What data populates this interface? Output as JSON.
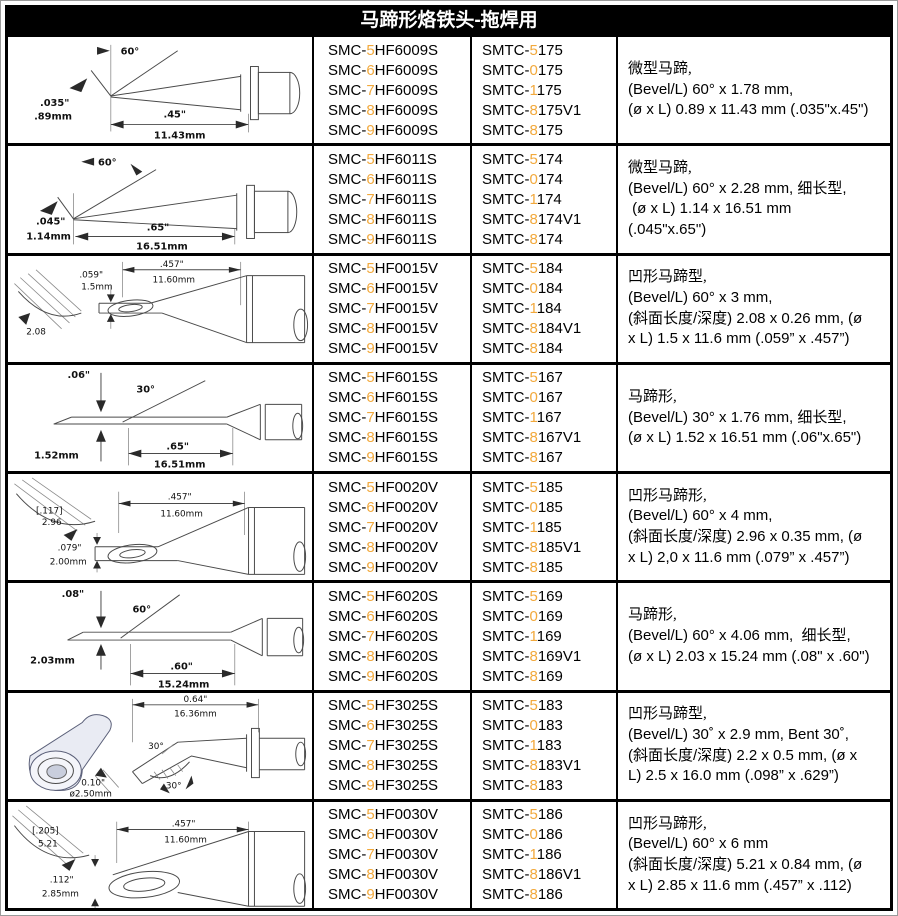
{
  "title": "马蹄形烙铁头-拖焊用",
  "accent_color": "#F2A93C",
  "rows": [
    {
      "smc": [
        "SMC-5HF6009S",
        "SMC-6HF6009S",
        "SMC-7HF6009S",
        "SMC-8HF6009S",
        "SMC-9HF6009S"
      ],
      "smtc": [
        "SMTC-5175",
        "SMTC-0175",
        "SMTC-1175",
        "SMTC-8175V1",
        "SMTC-8175"
      ],
      "desc": [
        "微型马蹄,",
        "(Bevel/L) 60° x 1.78 mm,",
        "(ø x L) 0.89 x 11.43 mm (.035\"x.45\")"
      ],
      "drawing": {
        "angle": "60°",
        "d1": ".035\"",
        "d2": ".89mm",
        "l1": ".45\"",
        "l2": "11.43mm"
      }
    },
    {
      "smc": [
        "SMC-5HF6011S",
        "SMC-6HF6011S",
        "SMC-7HF6011S",
        "SMC-8HF6011S",
        "SMC-9HF6011S"
      ],
      "smtc": [
        "SMTC-5174",
        "SMTC-0174",
        "SMTC-1174",
        "SMTC-8174V1",
        "SMTC-8174"
      ],
      "desc": [
        "微型马蹄,",
        "(Bevel/L) 60° x 2.28 mm, 细长型,",
        " (ø x L) 1.14 x 16.51 mm",
        "(.045\"x.65\")"
      ],
      "drawing": {
        "angle": "60°",
        "d1": ".045\"",
        "d2": "1.14mm",
        "l1": ".65\"",
        "l2": "16.51mm"
      }
    },
    {
      "smc": [
        "SMC-5HF0015V",
        "SMC-6HF0015V",
        "SMC-7HF0015V",
        "SMC-8HF0015V",
        "SMC-9HF0015V"
      ],
      "smtc": [
        "SMTC-5184",
        "SMTC-0184",
        "SMTC-1184",
        "SMTC-8184V1",
        "SMTC-8184"
      ],
      "desc": [
        "凹形马蹄型,",
        "(Bevel/L) 60° x 3 mm,",
        "(斜面长度/深度) 2.08 x 0.26 mm, (ø",
        "x L) 1.5 x 11.6 mm (.059” x .457”)"
      ],
      "drawing": {
        "t1": ".457\"",
        "t2": "11.60mm",
        "d1": ".059\"",
        "d2": "1.5mm",
        "b1": "2.08"
      }
    },
    {
      "smc": [
        "SMC-5HF6015S",
        "SMC-6HF6015S",
        "SMC-7HF6015S",
        "SMC-8HF6015S",
        "SMC-9HF6015S"
      ],
      "smtc": [
        "SMTC-5167",
        "SMTC-0167",
        "SMTC-1167",
        "SMTC-8167V1",
        "SMTC-8167"
      ],
      "desc": [
        "马蹄形,",
        "(Bevel/L) 30° x 1.76 mm, 细长型,",
        "(ø x L) 1.52 x 16.51 mm (.06\"x.65\")"
      ],
      "drawing": {
        "d1": ".06\"",
        "angle": "30°",
        "d2": "1.52mm",
        "l1": ".65\"",
        "l2": "16.51mm"
      }
    },
    {
      "smc": [
        "SMC-5HF0020V",
        "SMC-6HF0020V",
        "SMC-7HF0020V",
        "SMC-8HF0020V",
        "SMC-9HF0020V"
      ],
      "smtc": [
        "SMTC-5185",
        "SMTC-0185",
        "SMTC-1185",
        "SMTC-8185V1",
        "SMTC-8185"
      ],
      "desc": [
        "凹形马蹄形,",
        "(Bevel/L) 60° x 4 mm,",
        "(斜面长度/深度) 2.96 x 0.35 mm, (ø",
        "x L) 2,0 x 11.6 mm (.079” x .457”)"
      ],
      "drawing": {
        "b1": "[.117]",
        "b2": "2.96",
        "t1": ".457\"",
        "t2": "11.60mm",
        "d1": ".079\"",
        "d2": "2.00mm"
      }
    },
    {
      "smc": [
        "SMC-5HF6020S",
        "SMC-6HF6020S",
        "SMC-7HF6020S",
        "SMC-8HF6020S",
        "SMC-9HF6020S"
      ],
      "smtc": [
        "SMTC-5169",
        "SMTC-0169",
        "SMTC-1169",
        "SMTC-8169V1",
        "SMTC-8169"
      ],
      "desc": [
        "马蹄形,",
        "(Bevel/L) 60° x 4.06 mm,  细长型,",
        "(ø x L) 2.03 x 15.24 mm (.08\" x .60\")"
      ],
      "drawing": {
        "d1": ".08\"",
        "angle": "60°",
        "d2": "2.03mm",
        "l1": ".60\"",
        "l2": "15.24mm"
      }
    },
    {
      "smc": [
        "SMC-5HF3025S",
        "SMC-6HF3025S",
        "SMC-7HF3025S",
        "SMC-8HF3025S",
        "SMC-9HF3025S"
      ],
      "smtc": [
        "SMTC-5183",
        "SMTC-0183",
        "SMTC-1183",
        "SMTC-8183V1",
        "SMTC-8183"
      ],
      "desc": [
        "凹形马蹄型,",
        "(Bevel/L) 30˚ x 2.9 mm, Bent 30˚,",
        "(斜面长度/深度) 2.2 x 0.5 mm, (ø x",
        "L) 2.5 x 16.0 mm (.098” x .629”)"
      ],
      "drawing": {
        "t1": "0.64\"",
        "t2": "16.36mm",
        "a1": "30°",
        "a2": "30°",
        "d1": "0.10\"",
        "d2": "ø2.50mm"
      }
    },
    {
      "smc": [
        "SMC-5HF0030V",
        "SMC-6HF0030V",
        "SMC-7HF0030V",
        "SMC-8HF0030V",
        "SMC-9HF0030V"
      ],
      "smtc": [
        "SMTC-5186",
        "SMTC-0186",
        "SMTC-1186",
        "SMTC-8186V1",
        "SMTC-8186"
      ],
      "desc": [
        "凹形马蹄形,",
        "(Bevel/L) 60° x 6 mm",
        "(斜面长度/深度) 5.21 x 0.84 mm, (ø",
        "x L) 2.85 x 11.6 mm (.457” x .112)"
      ],
      "drawing": {
        "b1": "[.205]",
        "b2": "5.21",
        "t1": ".457\"",
        "t2": "11.60mm",
        "d1": ".112\"",
        "d2": "2.85mm"
      }
    }
  ]
}
